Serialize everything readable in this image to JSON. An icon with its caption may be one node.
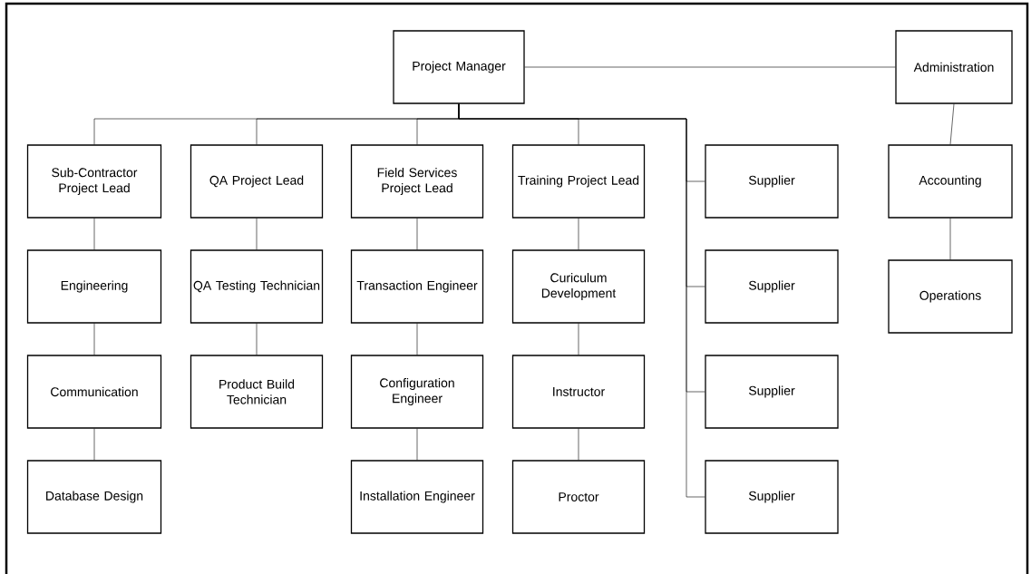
{
  "diagram": {
    "nodes": [
      {
        "text": [
          "Project Manager"
        ]
      },
      {
        "text": [
          "Administration"
        ]
      },
      {
        "text": [
          "Sub-Contractor Project Lead"
        ]
      },
      {
        "text": [
          "QA Project Lead"
        ]
      },
      {
        "text": [
          "Field Services Project Lead"
        ]
      },
      {
        "text": [
          "Training Project Lead"
        ]
      },
      {
        "text": [
          "Supplier"
        ]
      },
      {
        "text": [
          "Accounting"
        ]
      },
      {
        "text": [
          "Engineering"
        ]
      },
      {
        "text": [
          "QA Testing Technician"
        ]
      },
      {
        "text": [
          "Transaction Engineer"
        ]
      },
      {
        "text": [
          "Curiculum Development"
        ]
      },
      {
        "text": [
          "Supplier"
        ]
      },
      {
        "text": [
          "Operations"
        ]
      },
      {
        "text": [
          "Communication"
        ]
      },
      {
        "text": [
          "Product Build Technician"
        ]
      },
      {
        "text": [
          "Configuration Engineer"
        ]
      },
      {
        "text": [
          "Instructor"
        ]
      },
      {
        "text": [
          "Supplier"
        ]
      },
      {
        "text": [
          "Database Design"
        ]
      },
      {
        "text": [
          "Installation Engineer"
        ]
      },
      {
        "text": [
          "Proctor"
        ]
      },
      {
        "text": [
          "Supplier"
        ]
      }
    ],
    "edges": [
      {
        "from": 0,
        "to": 1,
        "arrow": "none"
      },
      {
        "from": 0,
        "to": 2,
        "arrow": "none"
      },
      {
        "from": 0,
        "to": 3,
        "arrow": "none"
      },
      {
        "from": 0,
        "to": 4,
        "arrow": "none"
      },
      {
        "from": 0,
        "to": 5,
        "arrow": "none"
      },
      {
        "from": 0,
        "to": 6,
        "arrow": "none"
      },
      {
        "from": 0,
        "to": 12,
        "arrow": "none"
      },
      {
        "from": 0,
        "to": 18,
        "arrow": "none"
      },
      {
        "from": 0,
        "to": 22,
        "arrow": "none"
      },
      {
        "from": 1,
        "to": 7,
        "arrow": "none"
      },
      {
        "from": 7,
        "to": 13,
        "arrow": "none"
      },
      {
        "from": 2,
        "to": 8,
        "arrow": "none"
      },
      {
        "from": 8,
        "to": 14,
        "arrow": "none"
      },
      {
        "from": 14,
        "to": 19,
        "arrow": "none"
      },
      {
        "from": 3,
        "to": 9,
        "arrow": "none"
      },
      {
        "from": 9,
        "to": 15,
        "arrow": "none"
      },
      {
        "from": 4,
        "to": 10,
        "arrow": "none"
      },
      {
        "from": 10,
        "to": 16,
        "arrow": "none"
      },
      {
        "from": 16,
        "to": 20,
        "arrow": "none"
      },
      {
        "from": 5,
        "to": 11,
        "arrow": "none"
      },
      {
        "from": 11,
        "to": 17,
        "arrow": "none"
      },
      {
        "from": 17,
        "to": 21,
        "arrow": "none"
      }
    ]
  }
}
